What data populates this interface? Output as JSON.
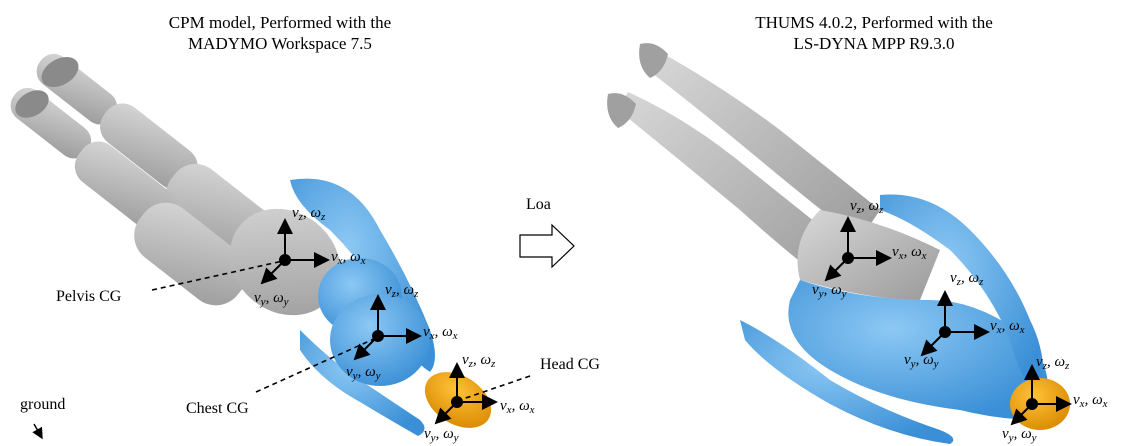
{
  "left_panel": {
    "caption_line1": "CPM model, Performed with the",
    "caption_line2": "MADYMO Workspace 7.5"
  },
  "right_panel": {
    "caption_line1": "THUMS 4.0.2, Performed with the",
    "caption_line2": "LS-DYNA MPP R9.3.0"
  },
  "load_label": "Loa",
  "callouts": {
    "pelvis": "Pelvis CG",
    "chest": "Chest CG",
    "head": "Head CG",
    "ground": "ground"
  },
  "axis_labels": {
    "v": "v",
    "omega": "ω",
    "x": "x",
    "y": "y",
    "z": "z"
  },
  "colors": {
    "skin_gray": "#b4b4b4",
    "torso_blue": "#5aaae6",
    "head_orange": "#f0a000"
  }
}
